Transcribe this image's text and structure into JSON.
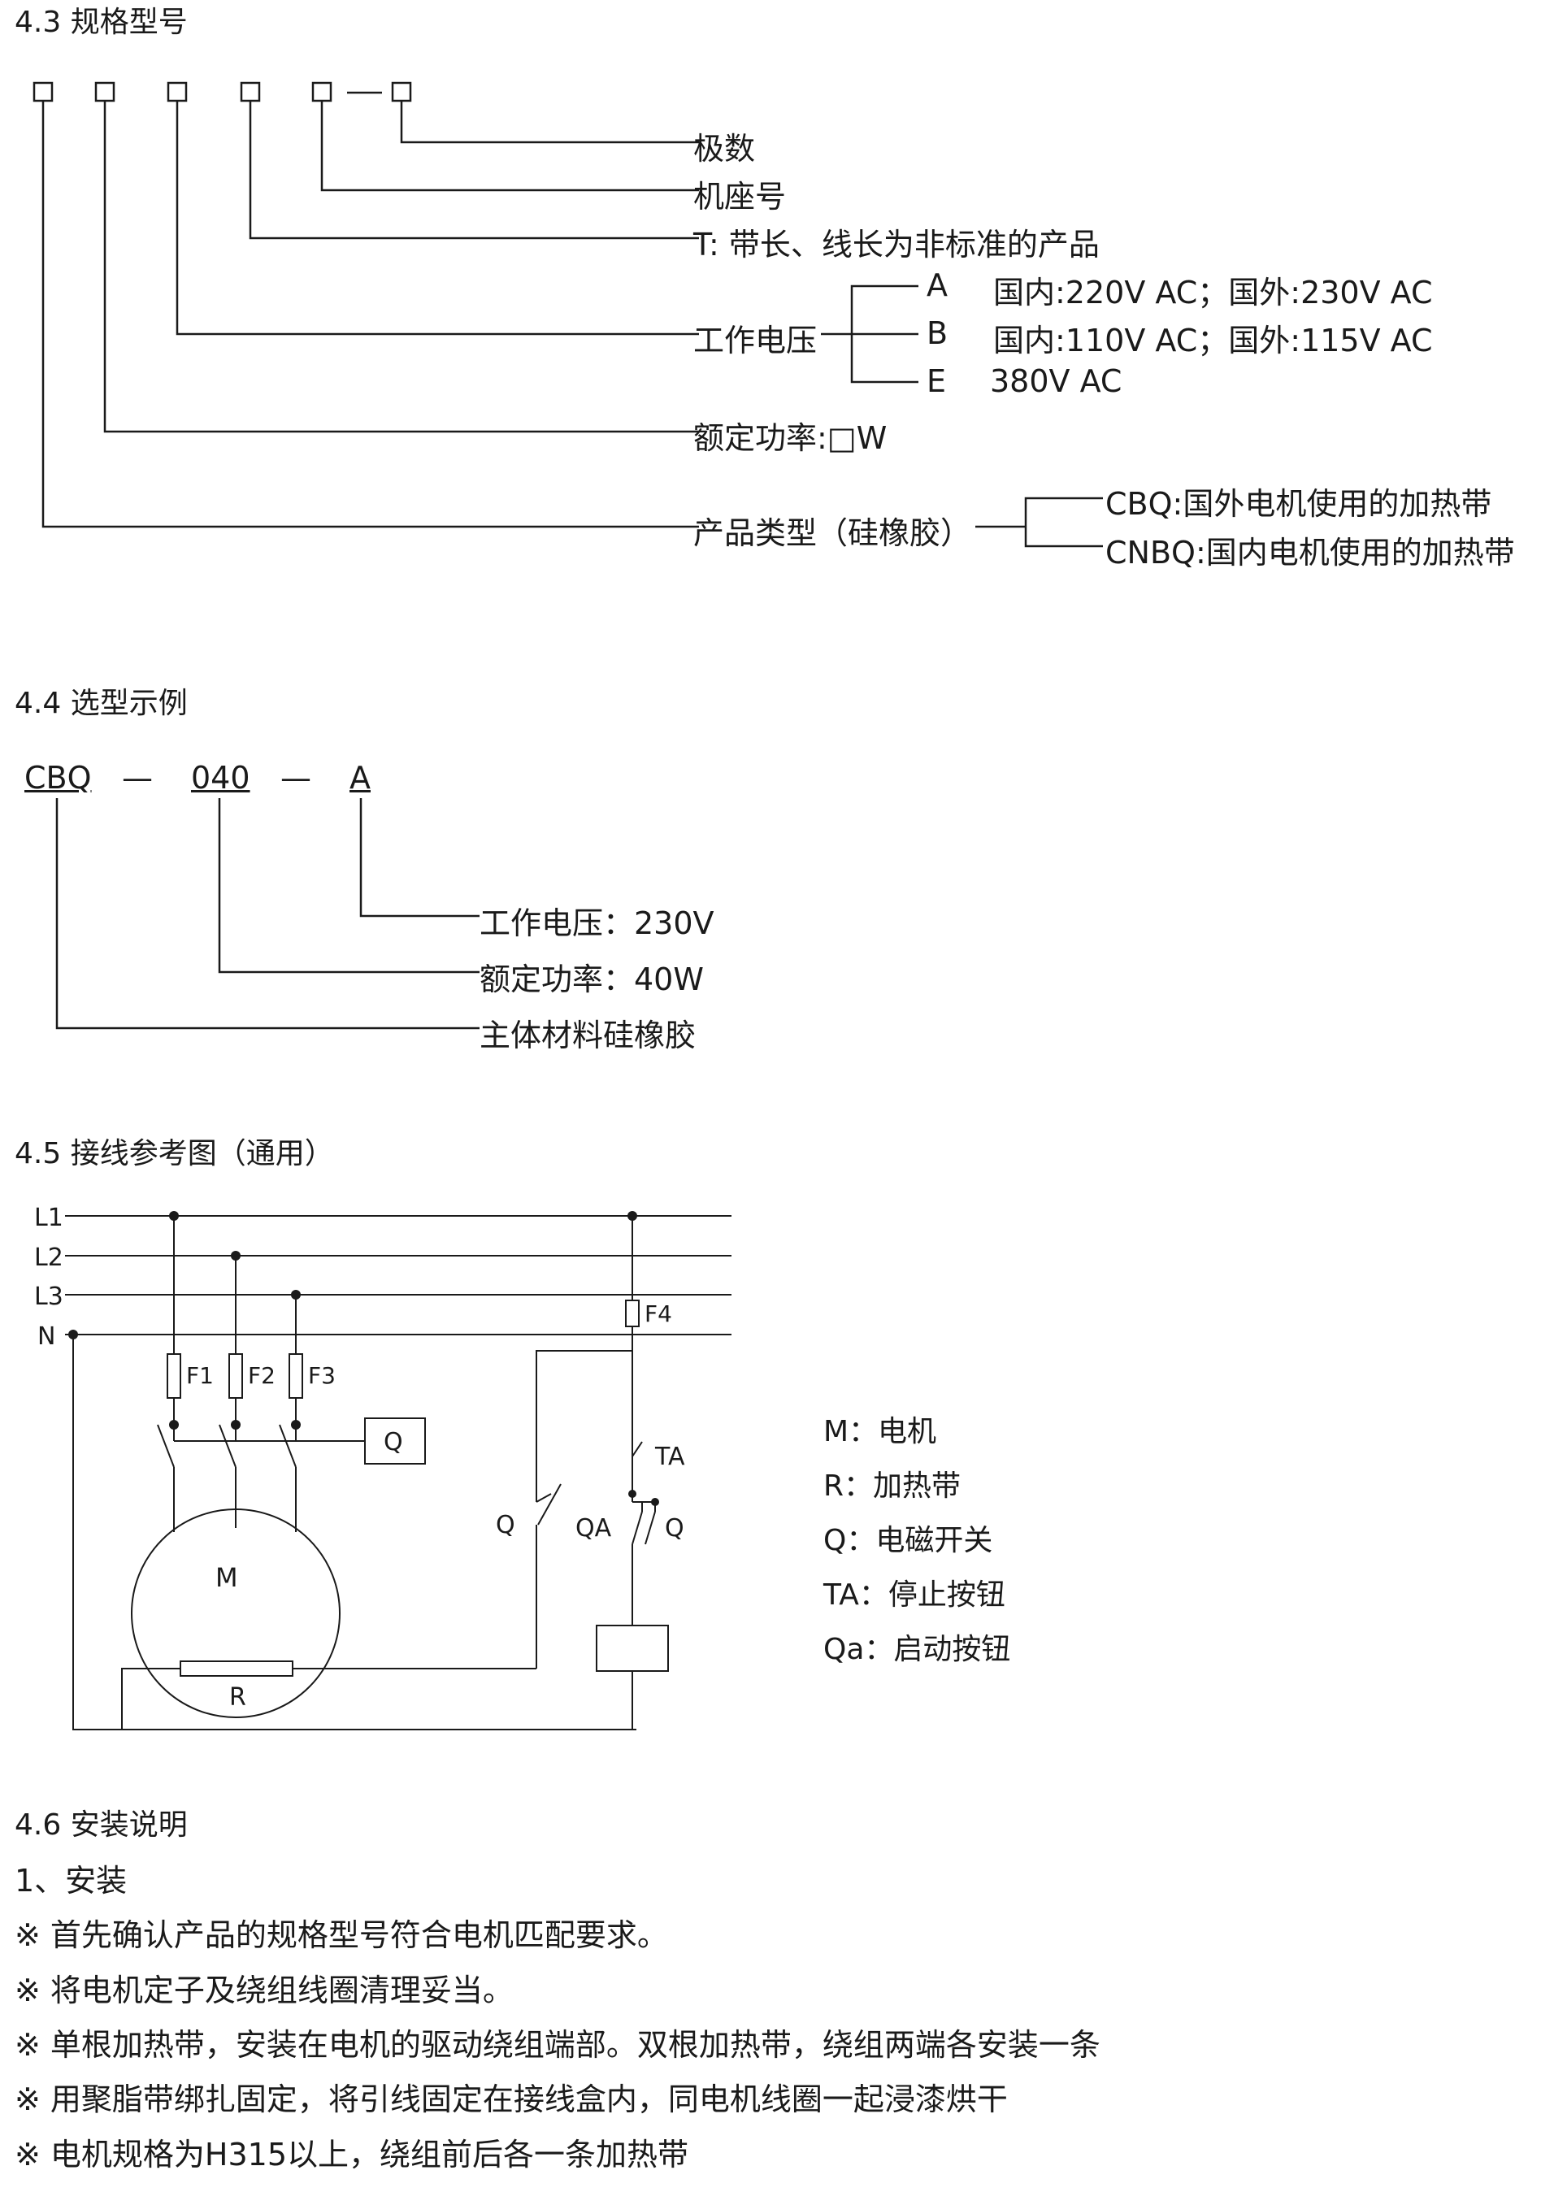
{
  "s43": {
    "heading": "4.3 规格型号",
    "code_box": "□",
    "code_dash": "—",
    "labels": {
      "poles": "极数",
      "frame": "机座号",
      "t_option": "T: 带长、线长为非标准的产品",
      "voltage": "工作电压",
      "power": "额定功率:□W",
      "type": "产品类型（硅橡胶）"
    },
    "voltage_options": [
      {
        "code": "A",
        "desc": "国内:220V AC；国外:230V AC"
      },
      {
        "code": "B",
        "desc": "国内:110V AC；国外:115V AC"
      },
      {
        "code": "E",
        "desc": "380V AC"
      }
    ],
    "type_options": [
      "CBQ:国外电机使用的加热带",
      "CNBQ:国内电机使用的加热带"
    ]
  },
  "s44": {
    "heading": "4.4 选型示例",
    "code_parts": [
      "CBQ",
      "—",
      "040",
      "—",
      "A"
    ],
    "labels": [
      "工作电压：230V",
      "额定功率：40W",
      "主体材料硅橡胶"
    ]
  },
  "s45": {
    "heading": "4.5 接线参考图（通用）",
    "lines": [
      "L1",
      "L2",
      "L3",
      "N"
    ],
    "fuses": [
      "F1",
      "F2",
      "F3",
      "F4"
    ],
    "motor": "M",
    "heater": "R",
    "contactor": "Q",
    "q_left": "Q",
    "qa": "QA",
    "q_right": "Q",
    "ta": "TA",
    "legend": [
      "M：电机",
      "R：加热带",
      "Q：电磁开关",
      "TA：停止按钮",
      "Qa：启动按钮"
    ]
  },
  "s46": {
    "heading": "4.6 安装说明",
    "sub": "1、安装",
    "items": [
      "※ 首先确认产品的规格型号符合电机匹配要求。",
      "※ 将电机定子及绕组线圈清理妥当。",
      "※ 单根加热带，安装在电机的驱动绕组端部。双根加热带，绕组两端各安装一条",
      "※ 用聚脂带绑扎固定，将引线固定在接线盒内，同电机线圈一起浸漆烘干",
      "※ 电机规格为H315以上，绕组前后各一条加热带"
    ]
  }
}
